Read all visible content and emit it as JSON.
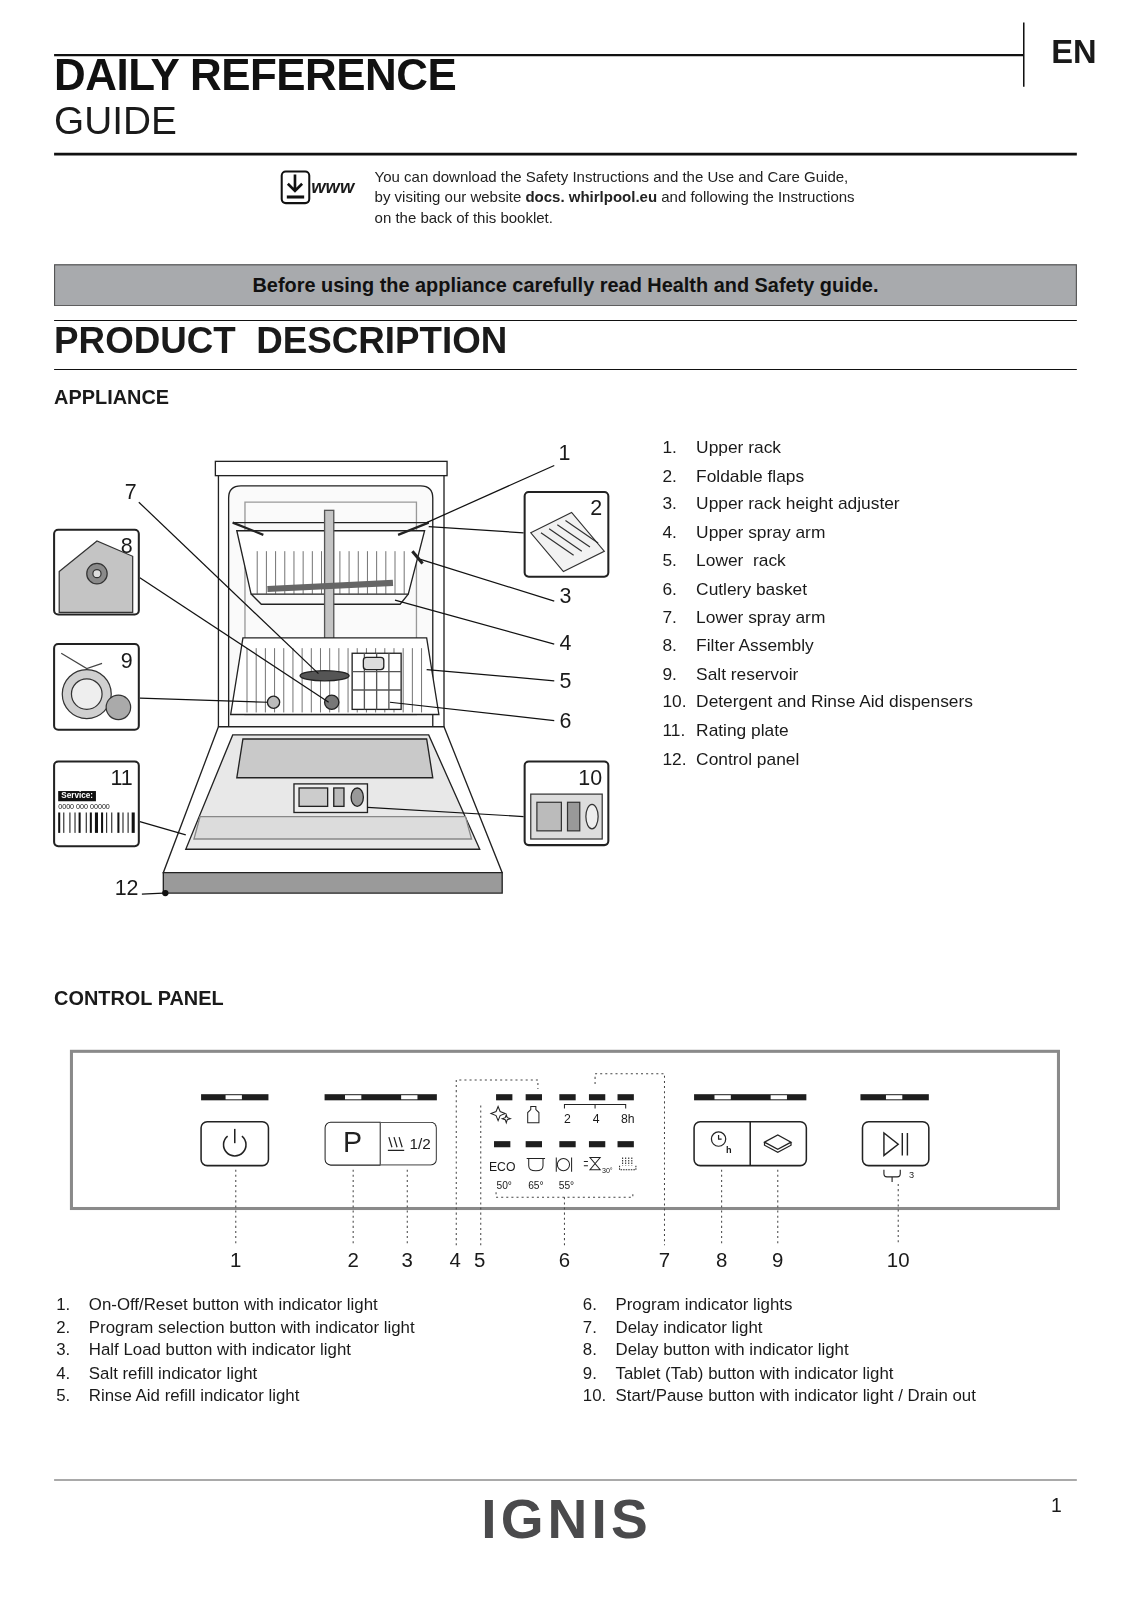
{
  "diagram": {
    "title": "DAILY REFERENCE",
    "nodes": [
      {
        "text": [
          "Before using the appliance carefully read Health and Safety guide."
        ]
      },
      {
        "text": [
          "2"
        ]
      },
      {
        "text": [
          "8"
        ]
      },
      {
        "text": [
          "9"
        ]
      },
      {
        "text": [
          "11",
          "Service:",
          "0000 000 00000"
        ]
      },
      {
        "text": [
          "10"
        ]
      },
      {
        "text": [
          "P"
        ]
      },
      {
        "text": [
          "1/2"
        ]
      }
    ],
    "labels": [
      "EN",
      "GUIDE",
      "www",
      "You can download the Safety Instructions and the Use and Care Guide, by visiting our website",
      "docs. whirlpool.eu",
      "and following the Instructions on the back of this booklet.",
      "PRODUCT  DESCRIPTION",
      "APPLIANCE",
      "1",
      "7",
      "3",
      "4",
      "5",
      "6",
      "12",
      "1.",
      "Upper rack",
      "2.",
      "Foldable flaps",
      "3.",
      "Upper rack height adjuster",
      "4.",
      "Upper spray arm",
      "5.",
      "Lower  rack",
      "6.",
      "Cutlery basket",
      "7.",
      "Lower spray arm",
      "8.",
      "Filter Assembly",
      "9.",
      "Salt reservoir",
      "10.",
      "Detergent and Rinse Aid dispensers",
      "11.",
      "Rating plate",
      "12.",
      "Control panel",
      "CONTROL PANEL",
      "2",
      "4",
      "8h",
      "ECO",
      "30°",
      "50°",
      "65°",
      "55°",
      "h",
      "3",
      "1",
      "2",
      "3",
      "4",
      "5",
      "6",
      "7",
      "8",
      "9",
      "10",
      "1.",
      "On-Off/Reset button with indicator light",
      "2.",
      "Program selection button with indicator light",
      "3.",
      "Half Load button with indicator light",
      "4.",
      "Salt refill indicator light",
      "5.",
      "Rinse Aid refill indicator light",
      "6.",
      "Program indicator lights",
      "7.",
      "Delay indicator light",
      "8.",
      "Delay button with indicator light",
      "9.",
      "Tablet (Tab) button with indicator light",
      "10.",
      "Start/Pause button with indicator light / Drain out",
      "IGNIS",
      "1"
    ]
  }
}
